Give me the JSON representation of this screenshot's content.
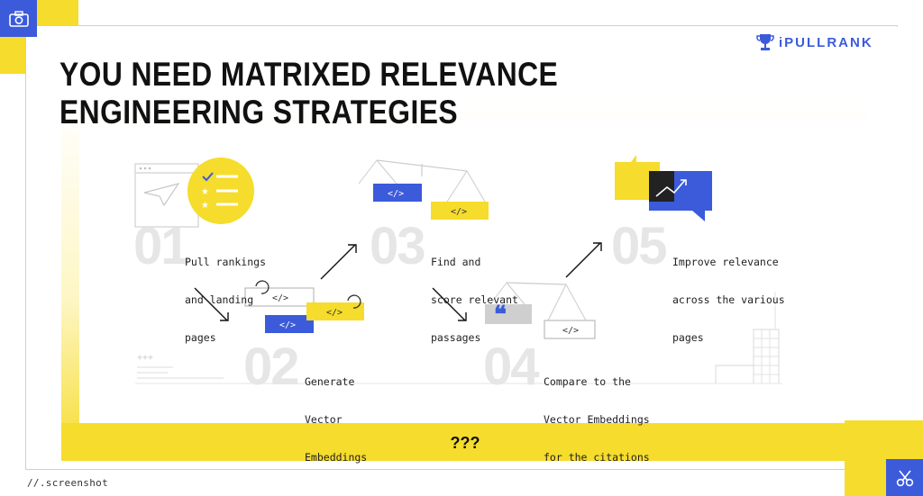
{
  "footer": {
    "label": "//.screenshot"
  },
  "logo": {
    "text": "iPULLRANK"
  },
  "slide": {
    "title_lines": [
      "YOU NEED MATRIXED RELEVANCE",
      "ENGINEERING STRATEGIES"
    ],
    "bottom_text": "???"
  },
  "steps": [
    {
      "number": "01",
      "lines": [
        "Pull rankings",
        "and landing",
        "pages"
      ]
    },
    {
      "number": "02",
      "lines": [
        "Generate",
        "Vector",
        "Embeddings"
      ]
    },
    {
      "number": "03",
      "lines": [
        "Find and",
        "score relevant",
        "passages"
      ]
    },
    {
      "number": "04",
      "lines": [
        "Compare to the",
        "Vector Embeddings",
        "for the citations"
      ]
    },
    {
      "number": "05",
      "lines": [
        "Improve relevance",
        "across the various",
        "pages"
      ]
    }
  ],
  "code_labels": {
    "code": "</>"
  },
  "colors": {
    "yellow": "#f6dc2c",
    "blue": "#3b5bdb",
    "gray": "#e6e6e6"
  },
  "icons": [
    "camera-icon",
    "scissors-icon",
    "trophy-icon",
    "checklist-icon",
    "refresh-icon",
    "scale-icon",
    "quote-icon",
    "trend-chart-icon"
  ]
}
